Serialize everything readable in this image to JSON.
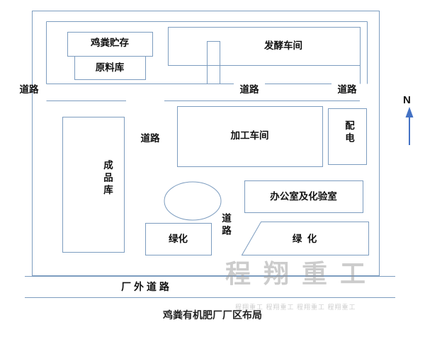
{
  "page": {
    "caption": "鸡粪有机肥厂厂区布局"
  },
  "compass": {
    "label": "N"
  },
  "watermark": {
    "main": "程翔重工",
    "small": "程翔重工 程翔重工 程翔重工 程翔重工"
  },
  "labels": {
    "manure_storage": "鸡粪贮存",
    "raw_material_store": "原料库",
    "fermentation_workshop": "发酵车间",
    "processing_workshop": "加工车间",
    "power_distribution": "配电",
    "finished_product_store": "成品库",
    "office_lab": "办公室及化验室",
    "green_left": "绿化",
    "green_right": "绿  化",
    "road": "道路",
    "outer_road": "厂 外 道 路"
  },
  "colors": {
    "line": "#7c9cbf",
    "arrow": "#4472c4",
    "text": "#111111",
    "watermark": "#9a9a9a"
  }
}
